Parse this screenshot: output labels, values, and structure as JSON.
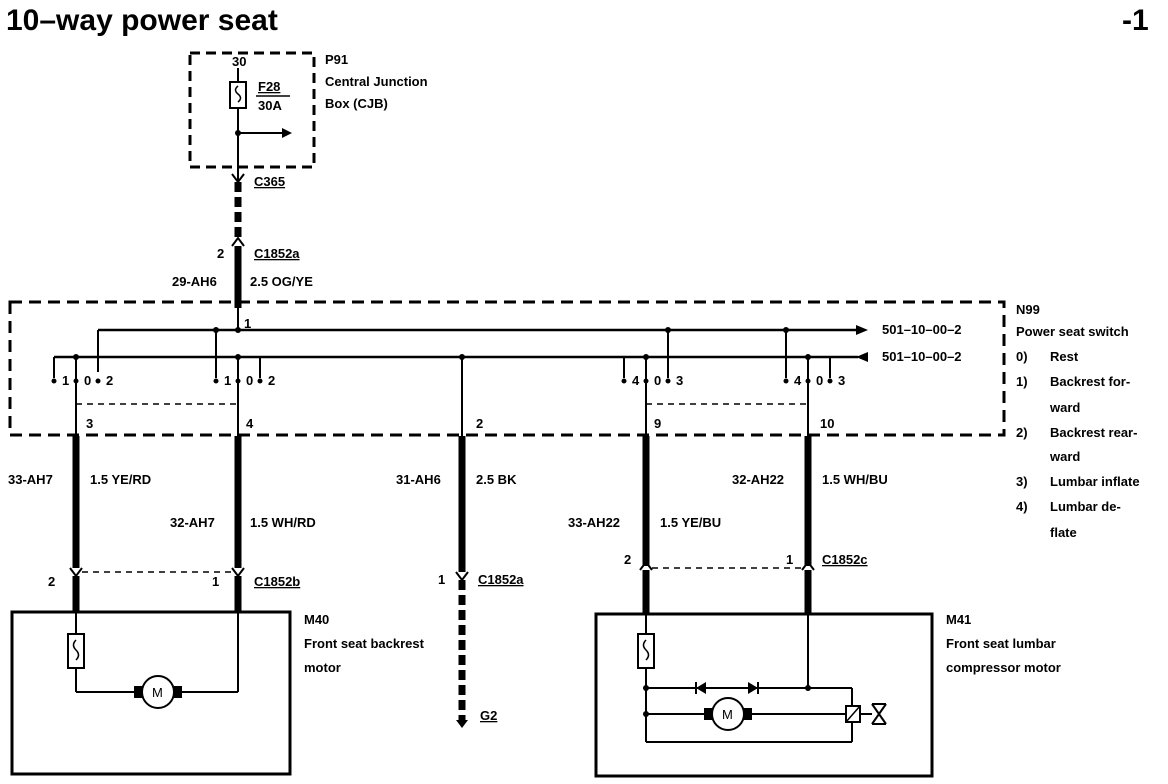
{
  "title": "10–way power seat",
  "page_number": "-1",
  "p91": {
    "id": "P91",
    "name_line1": "Central Junction",
    "name_line2": "Box (CJB)",
    "pin": "30",
    "fuse_id": "F28",
    "fuse_rating": "30A"
  },
  "connectors": {
    "c365": "C365",
    "c1852a": "C1852a",
    "c1852a_ground": "C1852a",
    "c1852b": "C1852b",
    "c1852c": "C1852c",
    "g2": "G2"
  },
  "wires": {
    "feed_pin": "2",
    "feed_code": "29-AH6",
    "feed_spec": "2.5 OG/YE",
    "w33_ah7_code": "33-AH7",
    "w33_ah7_spec": "1.5 YE/RD",
    "w32_ah7_code": "32-AH7",
    "w32_ah7_spec": "1.5 WH/RD",
    "w31_ah6_code": "31-AH6",
    "w31_ah6_spec": "2.5 BK",
    "w33_ah22_code": "33-AH22",
    "w33_ah22_spec": "1.5 YE/BU",
    "w32_ah22_code": "32-AH22",
    "w32_ah22_spec": "1.5 WH/BU"
  },
  "switch": {
    "id": "N99",
    "name": "Power seat switch",
    "ref1": "501–10–00–2",
    "ref2": "501–10–00–2",
    "legend": [
      {
        "num": "0)",
        "text1": "Rest",
        "text2": ""
      },
      {
        "num": "1)",
        "text1": "Backrest for-",
        "text2": "ward"
      },
      {
        "num": "2)",
        "text1": "Backrest rear-",
        "text2": "ward"
      },
      {
        "num": "3)",
        "text1": "Lumbar inflate",
        "text2": ""
      },
      {
        "num": "4)",
        "text1": "Lumbar de-",
        "text2": "flate"
      }
    ],
    "pin_in": "1",
    "pins": {
      "p3": "3",
      "p4": "4",
      "p2": "2",
      "p9": "9",
      "p10": "10"
    },
    "contacts": {
      "a1": "1",
      "a0": "0",
      "a2": "2",
      "b1": "1",
      "b0": "0",
      "b2": "2",
      "c4": "4",
      "c0": "0",
      "c3": "3",
      "d4": "4",
      "d0": "0",
      "d3": "3"
    }
  },
  "m40": {
    "id": "M40",
    "name_line1": "Front seat backrest",
    "name_line2": "motor",
    "pin_left": "2",
    "pin_right": "1",
    "motor_symbol": "M"
  },
  "ground_pin": "1",
  "m41": {
    "id": "M41",
    "name_line1": "Front seat lumbar",
    "name_line2": "compressor motor",
    "pin_left": "2",
    "pin_right": "1",
    "motor_symbol": "M"
  }
}
